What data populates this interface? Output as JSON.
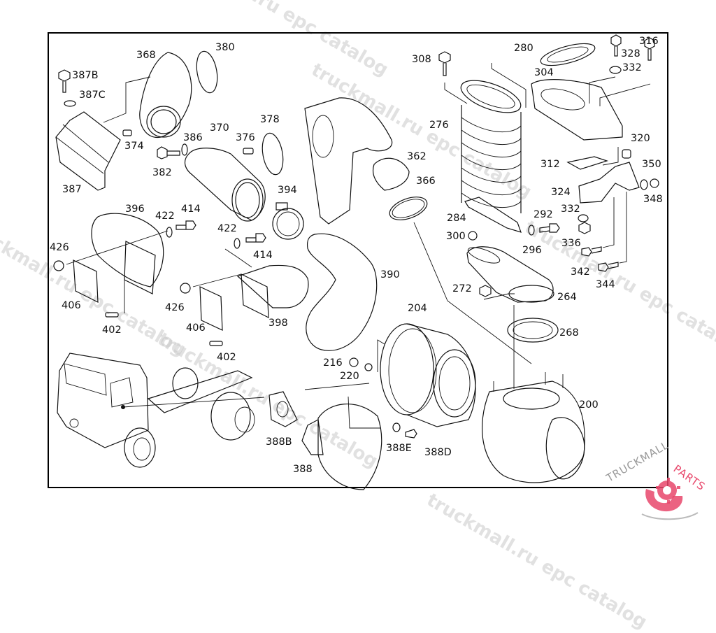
{
  "diagram": {
    "title": "Exploded parts diagram - air intake / exhaust and turbocharger assembly",
    "labels": [
      {
        "id": "387B",
        "text": "387B"
      },
      {
        "id": "387C",
        "text": "387C"
      },
      {
        "id": "387",
        "text": "387"
      },
      {
        "id": "368",
        "text": "368"
      },
      {
        "id": "380",
        "text": "380"
      },
      {
        "id": "374",
        "text": "374"
      },
      {
        "id": "382",
        "text": "382"
      },
      {
        "id": "386",
        "text": "386"
      },
      {
        "id": "370",
        "text": "370"
      },
      {
        "id": "376",
        "text": "376"
      },
      {
        "id": "378",
        "text": "378"
      },
      {
        "id": "394",
        "text": "394"
      },
      {
        "id": "362",
        "text": "362"
      },
      {
        "id": "366",
        "text": "366"
      },
      {
        "id": "396",
        "text": "396"
      },
      {
        "id": "422a",
        "text": "422"
      },
      {
        "id": "414a",
        "text": "414"
      },
      {
        "id": "422b",
        "text": "422"
      },
      {
        "id": "414b",
        "text": "414"
      },
      {
        "id": "426a",
        "text": "426"
      },
      {
        "id": "406a",
        "text": "406"
      },
      {
        "id": "402a",
        "text": "402"
      },
      {
        "id": "426b",
        "text": "426"
      },
      {
        "id": "406b",
        "text": "406"
      },
      {
        "id": "398",
        "text": "398"
      },
      {
        "id": "402b",
        "text": "402"
      },
      {
        "id": "390",
        "text": "390"
      },
      {
        "id": "308",
        "text": "308"
      },
      {
        "id": "276",
        "text": "276"
      },
      {
        "id": "280",
        "text": "280"
      },
      {
        "id": "304",
        "text": "304"
      },
      {
        "id": "328",
        "text": "328"
      },
      {
        "id": "316",
        "text": "316"
      },
      {
        "id": "332a",
        "text": "332"
      },
      {
        "id": "320",
        "text": "320"
      },
      {
        "id": "312",
        "text": "312"
      },
      {
        "id": "350",
        "text": "350"
      },
      {
        "id": "324",
        "text": "324"
      },
      {
        "id": "348",
        "text": "348"
      },
      {
        "id": "332b",
        "text": "332"
      },
      {
        "id": "284",
        "text": "284"
      },
      {
        "id": "292",
        "text": "292"
      },
      {
        "id": "300",
        "text": "300"
      },
      {
        "id": "296",
        "text": "296"
      },
      {
        "id": "336",
        "text": "336"
      },
      {
        "id": "342",
        "text": "342"
      },
      {
        "id": "344",
        "text": "344"
      },
      {
        "id": "272",
        "text": "272"
      },
      {
        "id": "264",
        "text": "264"
      },
      {
        "id": "268",
        "text": "268"
      },
      {
        "id": "204",
        "text": "204"
      },
      {
        "id": "216",
        "text": "216"
      },
      {
        "id": "220",
        "text": "220"
      },
      {
        "id": "200",
        "text": "200"
      },
      {
        "id": "388B",
        "text": "388B"
      },
      {
        "id": "388E",
        "text": "388E"
      },
      {
        "id": "388D",
        "text": "388D"
      },
      {
        "id": "388",
        "text": "388"
      }
    ]
  },
  "watermark": {
    "text_1": "truckmall.ru epc catalog",
    "text_2": "truckmall.ru epc catalog",
    "text_3": "truckmall.ru epc catalog",
    "text_4": "truckmall.ru epc catalog"
  },
  "logo": {
    "text_a": "TRUCKMALL",
    "text_b": "PARTS",
    "accent_color": "#e8476b"
  }
}
